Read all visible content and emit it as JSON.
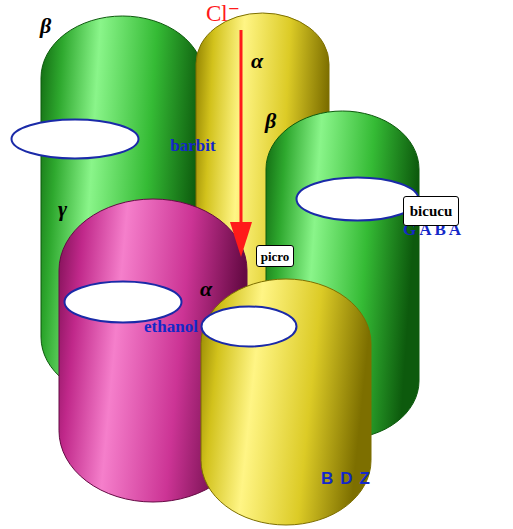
{
  "diagram": {
    "nodes": [
      {
        "text": [
          "β"
        ]
      },
      {
        "text": [
          "α"
        ]
      },
      {
        "text": [
          "β"
        ]
      },
      {
        "text": [
          "γ"
        ]
      },
      {
        "text": [
          "α"
        ]
      },
      {
        "text": [
          "barbit"
        ],
        "in": 0
      },
      {
        "text": [
          "GABA"
        ],
        "in": 2
      },
      {
        "text": [
          "ethanol"
        ],
        "in": 3
      },
      {
        "text": [
          "BDZ"
        ],
        "in": 4
      },
      {
        "text": [
          "picro"
        ]
      },
      {
        "text": [
          "bicucu"
        ]
      }
    ],
    "labels": [
      "Cl⁻"
    ]
  }
}
